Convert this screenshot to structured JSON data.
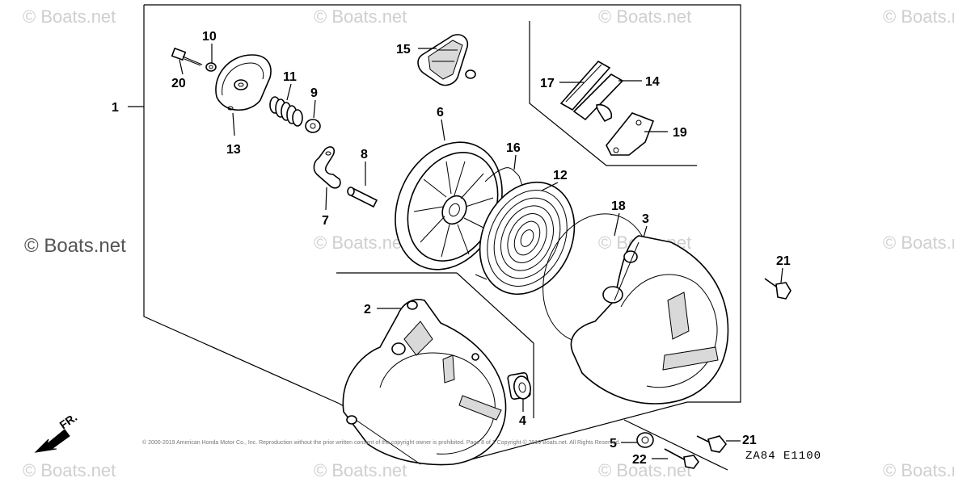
{
  "watermarks": {
    "repeat_text": "© Boats.net",
    "strong_text": "© Boats.net"
  },
  "diagram_code": "ZA84 E1100",
  "direction_label": "FR.",
  "copyright": "© 2000-2019 American Honda Motor Co., Inc. Reproduction without the prior written consent of the copyright owner is prohibited. Page 8 of 1 Copyright © 2019 Boats.net. All Rights Reserved.",
  "callouts": {
    "p1": "1",
    "p2": "2",
    "p3": "3",
    "p4": "4",
    "p5": "5",
    "p6": "6",
    "p7": "7",
    "p8": "8",
    "p9": "9",
    "p10": "10",
    "p11": "11",
    "p12": "12",
    "p13": "13",
    "p14": "14",
    "p15": "15",
    "p16": "16",
    "p17": "17",
    "p18": "18",
    "p19": "19",
    "p20": "20",
    "p21a": "21",
    "p21b": "21",
    "p22": "22"
  }
}
